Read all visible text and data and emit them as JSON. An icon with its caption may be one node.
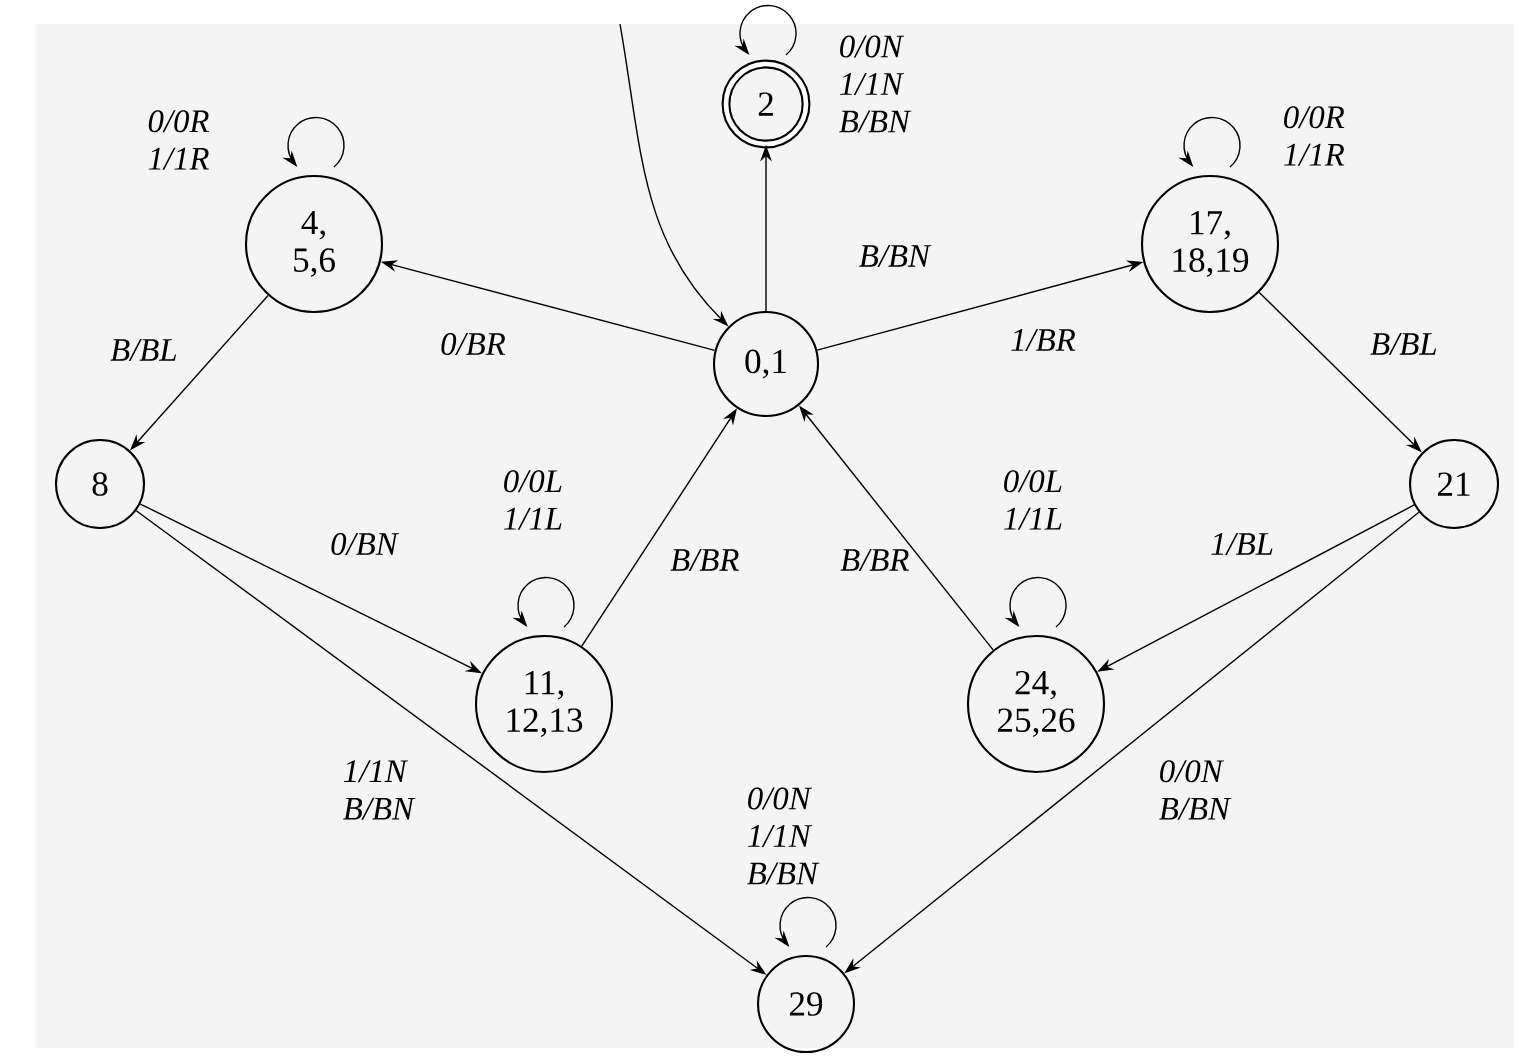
{
  "diagram": {
    "nodes": [
      {
        "text": [
          "0,1"
        ]
      },
      {
        "text": [
          "2"
        ]
      },
      {
        "text": [
          "4, 5,6"
        ]
      },
      {
        "text": [
          "17, 18,19"
        ]
      },
      {
        "text": [
          "8"
        ]
      },
      {
        "text": [
          "21"
        ]
      },
      {
        "text": [
          "11, 12,13"
        ]
      },
      {
        "text": [
          "24, 25,26"
        ]
      },
      {
        "text": [
          "29"
        ]
      }
    ],
    "edges": [
      {
        "from": null,
        "to": 0,
        "arrow": "to"
      },
      {
        "from": 0,
        "to": 1,
        "arrow": "to",
        "label": "B/BN"
      },
      {
        "from": 1,
        "to": 1,
        "arrow": "to",
        "label": "0/0N 1/1N B/BN"
      },
      {
        "from": 0,
        "to": 2,
        "arrow": "to",
        "label": "0/BR"
      },
      {
        "from": 2,
        "to": 2,
        "arrow": "to",
        "label": "0/0R 1/1R"
      },
      {
        "from": 0,
        "to": 3,
        "arrow": "to",
        "label": "1/BR"
      },
      {
        "from": 3,
        "to": 3,
        "arrow": "to",
        "label": "0/0R 1/1R"
      },
      {
        "from": 2,
        "to": 4,
        "arrow": "to",
        "label": "B/BL"
      },
      {
        "from": 3,
        "to": 5,
        "arrow": "to",
        "label": "B/BL"
      },
      {
        "from": 4,
        "to": 6,
        "arrow": "to",
        "label": "0/BN"
      },
      {
        "from": 6,
        "to": 6,
        "arrow": "to",
        "label": "0/0L 1/1L"
      },
      {
        "from": 6,
        "to": 0,
        "arrow": "to",
        "label": "B/BR"
      },
      {
        "from": 7,
        "to": 0,
        "arrow": "to",
        "label": "B/BR"
      },
      {
        "from": 7,
        "to": 7,
        "arrow": "to",
        "label": "0/0L 1/1L"
      },
      {
        "from": 5,
        "to": 7,
        "arrow": "to",
        "label": "1/BL"
      },
      {
        "from": 4,
        "to": 8,
        "arrow": "to",
        "label": "1/1N B/BN"
      },
      {
        "from": 5,
        "to": 8,
        "arrow": "to",
        "label": "0/0N B/BN"
      },
      {
        "from": 8,
        "to": 8,
        "arrow": "to",
        "label": "0/0N 1/1N B/BN"
      }
    ]
  }
}
